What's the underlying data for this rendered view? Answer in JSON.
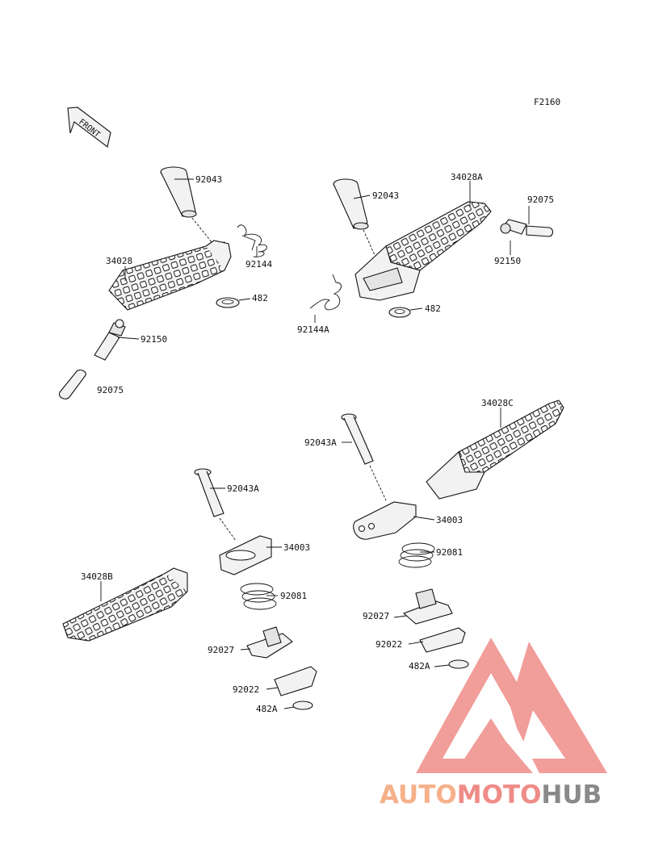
{
  "figure_code": "F2160",
  "front_arrow_text": "FRONT",
  "labels": {
    "l_92043_tl": "92043",
    "l_34028": "34028",
    "l_92144": "92144",
    "l_482_l": "482",
    "l_92150_l": "92150",
    "l_92075_l": "92075",
    "l_92043_tr": "92043",
    "l_34028A": "34028A",
    "l_92075_r": "92075",
    "l_92150_r": "92150",
    "l_92144A": "92144A",
    "l_482_r": "482",
    "l_34028C": "34028C",
    "l_92043A_r": "92043A",
    "l_34003_r": "34003",
    "l_92081_r": "92081",
    "l_92027_r": "92027",
    "l_92022_r": "92022",
    "l_482A_r": "482A",
    "l_92043A_l": "92043A",
    "l_34003_l": "34003",
    "l_34028B": "34028B",
    "l_92081_l": "92081",
    "l_92027_l": "92027",
    "l_92022_l": "92022",
    "l_482A_l": "482A"
  },
  "watermark": {
    "part1": "AUTO",
    "part2": "MOTO",
    "part3": "HUB",
    "color_light": "#f6b08a",
    "color_red": "#ef8c88",
    "color_gray": "#8a8a8a"
  }
}
